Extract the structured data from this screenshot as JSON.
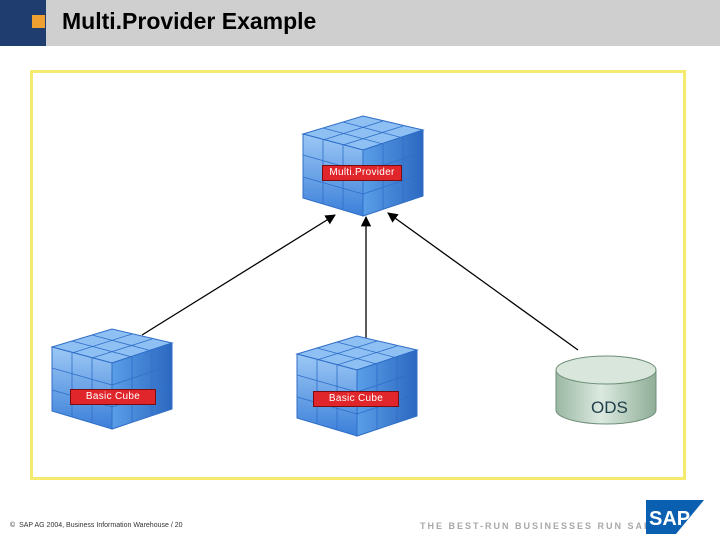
{
  "header": {
    "title": "Multi.Provider Example"
  },
  "nodes": {
    "multiprovider": "Multi.Provider",
    "basic_cube_left": "Basic Cube",
    "basic_cube_right": "Basic Cube",
    "ods": "ODS"
  },
  "footer": {
    "copyright_symbol": "©",
    "copyright": "SAP AG 2004, Business Information Warehouse / 20",
    "tagline": "THE BEST-RUN BUSINESSES RUN SAP",
    "logo": "SAP"
  },
  "colors": {
    "header_bg": "#cfcfcf",
    "header_accent": "#1f3d6e",
    "accent_orange": "#f0a030",
    "frame": "#f3ea6e",
    "label_red": "#e1262b",
    "cube_blue": "#4f93e6",
    "ods_green": "#b8d1bf",
    "sap_blue": "#0a5fb0"
  }
}
